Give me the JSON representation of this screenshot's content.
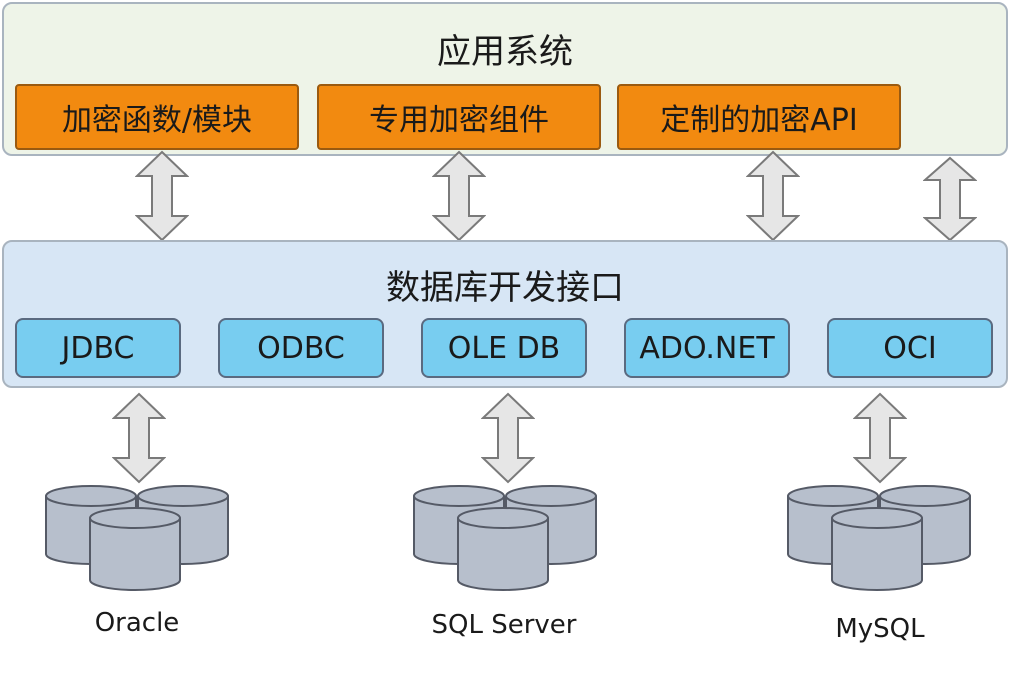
{
  "app_layer": {
    "title": "应用系统",
    "components": [
      "加密函数/模块",
      "专用加密组件",
      "定制的加密API"
    ]
  },
  "api_layer": {
    "title": "数据库开发接口",
    "interfaces": [
      "JDBC",
      "ODBC",
      "OLE DB",
      "ADO.NET",
      "OCI"
    ]
  },
  "databases": [
    "Oracle",
    "SQL Server",
    "MySQL"
  ],
  "colors": {
    "app_panel_fill": "#eef4e8",
    "api_panel_fill": "#d7e6f5",
    "component_fill": "#f28a10",
    "interface_fill": "#78cdf0",
    "cylinder_fill": "#b7bfcc",
    "arrow_fill": "#e6e6e6"
  }
}
